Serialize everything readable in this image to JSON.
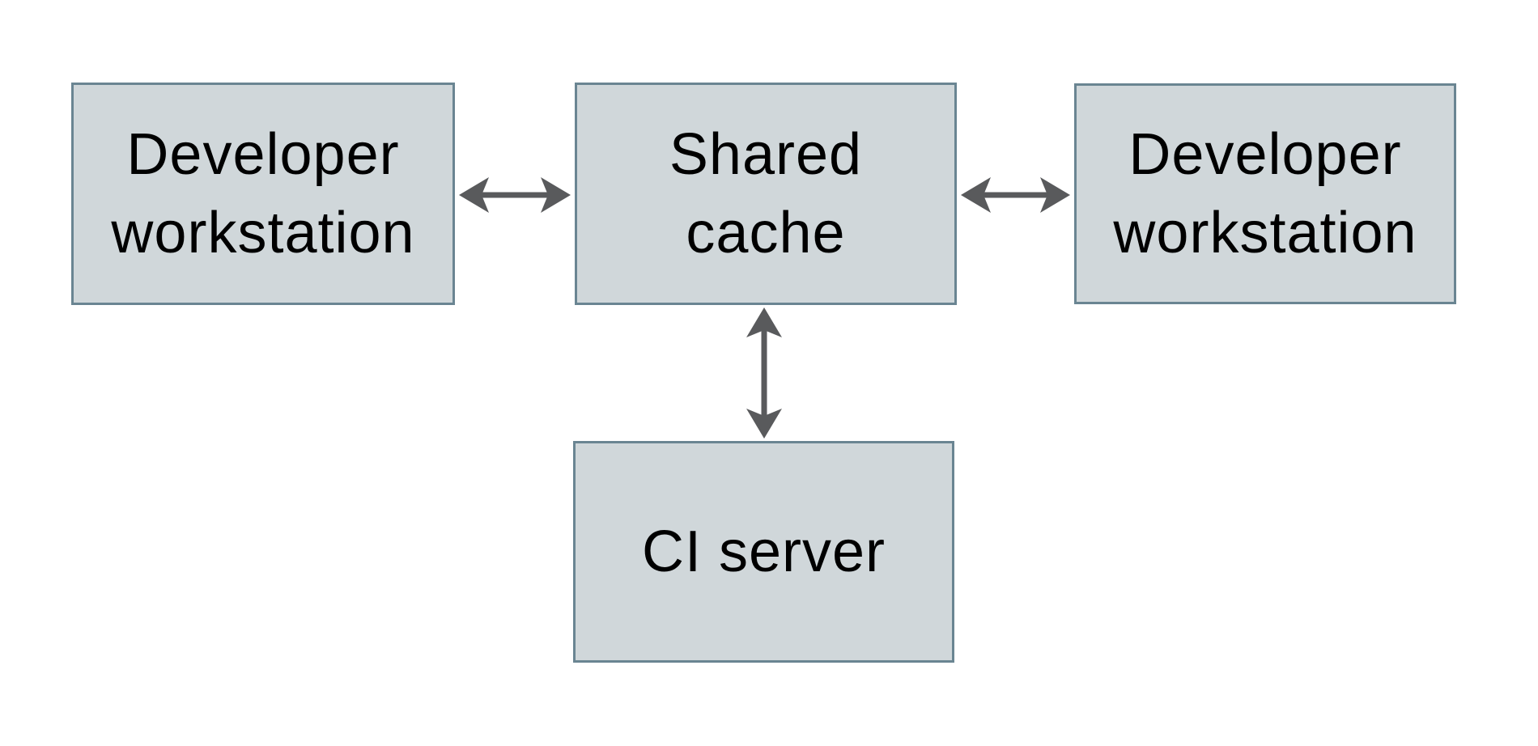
{
  "diagram": {
    "type": "architecture-diagram",
    "colors": {
      "background": "#ffffff",
      "node_fill": "#d0d7da",
      "node_border": "#6a8592",
      "arrow": "#595a5c",
      "text": "#000000"
    },
    "nodes": [
      {
        "id": "developer-workstation-left",
        "label": "Developer workstation",
        "lines": [
          "Developer",
          "workstation"
        ]
      },
      {
        "id": "shared-cache",
        "label": "Shared cache",
        "lines": [
          "Shared",
          "cache"
        ]
      },
      {
        "id": "developer-workstation-right",
        "label": "Developer workstation",
        "lines": [
          "Developer",
          "workstation"
        ]
      },
      {
        "id": "ci-server",
        "label": "CI server",
        "lines": [
          "CI server"
        ]
      }
    ],
    "edges": [
      {
        "from": "developer-workstation-left",
        "to": "shared-cache",
        "style": "bidirectional-arrow"
      },
      {
        "from": "shared-cache",
        "to": "developer-workstation-right",
        "style": "bidirectional-arrow"
      },
      {
        "from": "shared-cache",
        "to": "ci-server",
        "style": "bidirectional-arrow"
      }
    ]
  }
}
